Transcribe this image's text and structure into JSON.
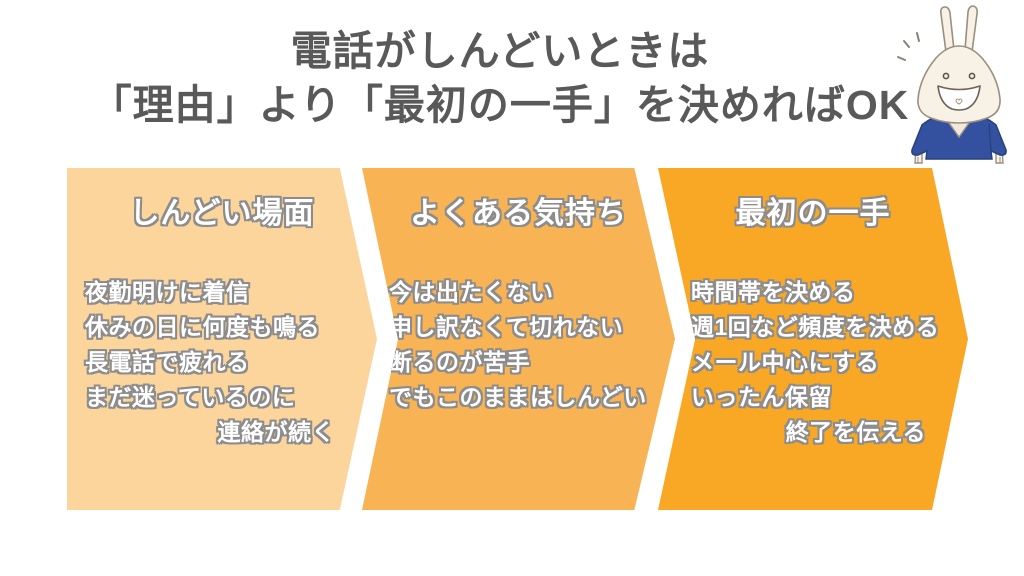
{
  "title": {
    "line1": "電話がしんどいときは",
    "line2": "「理由」より「最初の一手」を決めればOK",
    "color": "#595959"
  },
  "panels": [
    {
      "header": "しんどい場面",
      "lines": [
        "夜勤明けに着信",
        "休みの日に何度も鳴る",
        "長電話で疲れる",
        "まだ迷っているのに",
        "連絡が続く"
      ],
      "bg": "#FBD59C"
    },
    {
      "header": "よくある気持ち",
      "lines": [
        "今は出たくない",
        "申し訳なくて切れない",
        "断るのが苦手",
        "でもこのままはしんどい"
      ],
      "bg": "#F8B355"
    },
    {
      "header": "最初の一手",
      "lines": [
        "時間帯を決める",
        "週1回など頻度を決める",
        "メール中心にする",
        "いったん保留",
        "終了を伝える"
      ],
      "bg": "#F9A826"
    }
  ],
  "text_style": {
    "fill": "#FFFFFF",
    "outline": "#8C8C8C"
  },
  "mascot": {
    "name": "smiling-rabbit-in-blue-shirt",
    "shirt_color": "#33519E",
    "fur_color": "#F7F1E6"
  }
}
